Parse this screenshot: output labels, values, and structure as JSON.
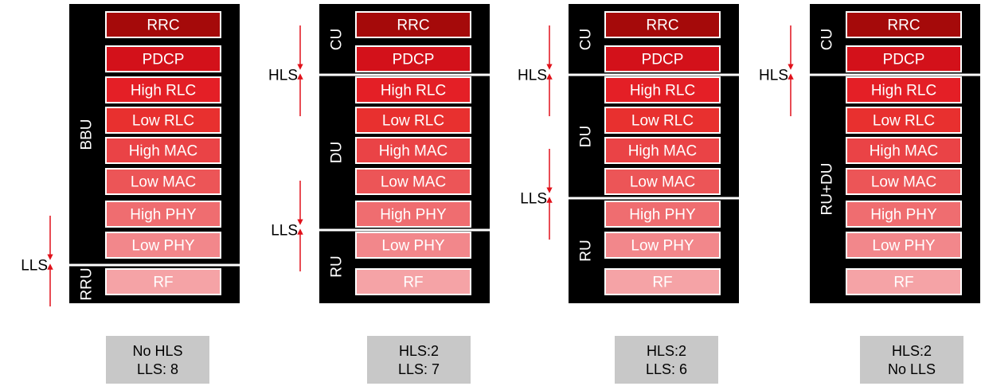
{
  "layers": [
    {
      "label": "RRC",
      "color": "#a50a0a",
      "text_color": "#ffffff"
    },
    {
      "label": "PDCP",
      "color": "#d3111a",
      "text_color": "#ffffff"
    },
    {
      "label": "High RLC",
      "color": "#e41f26",
      "text_color": "#ffffff"
    },
    {
      "label": "Low RLC",
      "color": "#e8302f",
      "text_color": "#ffffff"
    },
    {
      "label": "High MAC",
      "color": "#ea4346",
      "text_color": "#ffffff"
    },
    {
      "label": "Low MAC",
      "color": "#ec5557",
      "text_color": "#ffffff"
    },
    {
      "label": "High PHY",
      "color": "#ef6d70",
      "text_color": "#ffffff"
    },
    {
      "label": "Low PHY",
      "color": "#f2878b",
      "text_color": "#ffffff"
    },
    {
      "label": "RF",
      "color": "#f5a3a6",
      "text_color": "#ffffff"
    }
  ],
  "colors": {
    "panel": "#000000",
    "split_line": "#ffffff",
    "arrow": "#e0111a",
    "caption_bg": "#c8c8c8",
    "caption_text": "#000000"
  },
  "configs": [
    {
      "units": [
        {
          "label": "BBU",
          "layer_count": 8
        },
        {
          "label": "RRU",
          "layer_count": 1
        }
      ],
      "splits": [
        {
          "label": "LLS",
          "after_layer": 8
        }
      ],
      "caption": [
        "No HLS",
        "LLS: 8"
      ]
    },
    {
      "units": [
        {
          "label": "CU",
          "layer_count": 2
        },
        {
          "label": "DU",
          "layer_count": 5
        },
        {
          "label": "RU",
          "layer_count": 2
        }
      ],
      "splits": [
        {
          "label": "HLS",
          "after_layer": 2
        },
        {
          "label": "LLS",
          "after_layer": 7
        }
      ],
      "caption": [
        "HLS:2",
        "LLS: 7"
      ]
    },
    {
      "units": [
        {
          "label": "CU",
          "layer_count": 2
        },
        {
          "label": "DU",
          "layer_count": 4
        },
        {
          "label": "RU",
          "layer_count": 3
        }
      ],
      "splits": [
        {
          "label": "HLS",
          "after_layer": 2
        },
        {
          "label": "LLS",
          "after_layer": 6
        }
      ],
      "caption": [
        "HLS:2",
        "LLS: 6"
      ]
    },
    {
      "units": [
        {
          "label": "CU",
          "layer_count": 2
        },
        {
          "label": "RU+DU",
          "layer_count": 7
        }
      ],
      "splits": [
        {
          "label": "HLS",
          "after_layer": 2
        }
      ],
      "caption": [
        "HLS:2",
        "No LLS"
      ]
    }
  ]
}
